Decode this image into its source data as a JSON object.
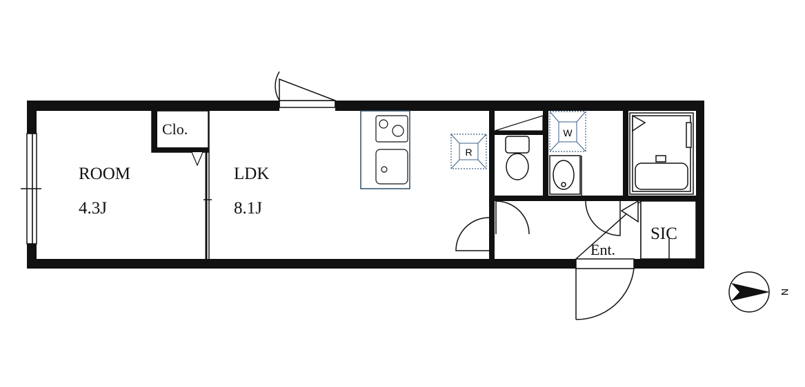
{
  "plan": {
    "rooms": {
      "room": {
        "name": "ROOM",
        "area": "4.3J"
      },
      "ldk": {
        "name": "LDK",
        "area": "8.1J"
      },
      "closet": {
        "name": "Clo."
      },
      "entrance": {
        "name": "Ent."
      },
      "sic": {
        "name": "SIC"
      }
    },
    "symbols": {
      "refrigerator": "R",
      "washer": "W",
      "north": "N"
    },
    "colors": {
      "wall": "#111111",
      "kitchen_outline": "#2c4a66",
      "appliance_dotted": "#3a5f85"
    }
  }
}
